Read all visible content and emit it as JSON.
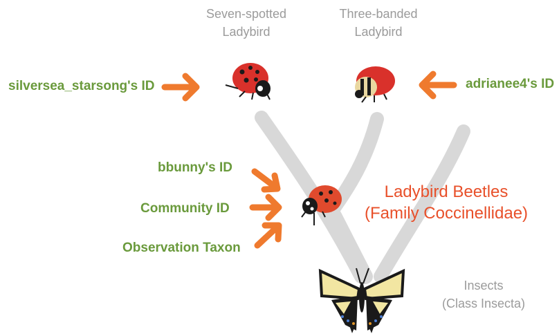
{
  "taxa": {
    "seven_spotted": {
      "line1": "Seven-spotted",
      "line2": "Ladybird"
    },
    "three_banded": {
      "line1": "Three-banded",
      "line2": "Ladybird"
    },
    "family": {
      "line1": "Ladybird Beetles",
      "line2": "(Family Coccinellidae)"
    },
    "class": {
      "line1": "Insects",
      "line2": "(Class Insecta)"
    }
  },
  "identifications": {
    "silversea": "silversea_starsong's ID",
    "adrianee": "adrianee4's ID",
    "bbunny": "bbunny's ID",
    "community": "Community ID",
    "observation": "Observation Taxon"
  },
  "colors": {
    "branch": "#d8d8d8",
    "arrow": "#ef7a2e",
    "id_text": "#6a9a3c",
    "taxon_text": "#9b9b9b",
    "highlight_text": "#e8502a"
  }
}
